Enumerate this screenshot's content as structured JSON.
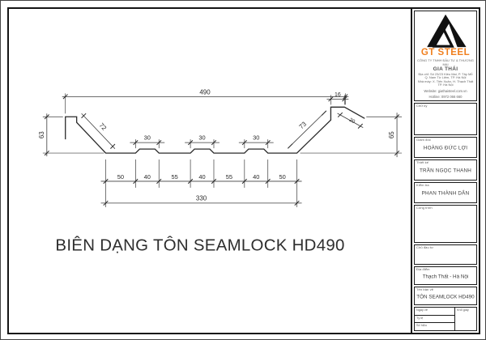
{
  "colors": {
    "accent": "#f07f1e",
    "line": "#2a2a2a",
    "background": "#ffffff"
  },
  "drawing": {
    "title": "BIÊN DẠNG TÔN SEAMLOCK HD490",
    "dimensions": {
      "overall_width": "490",
      "left_height": "63",
      "left_slope_length": "72",
      "rib_top_width": "30",
      "right_slope_length": "73",
      "seam_step_width": "16",
      "seam_hook_length": "20",
      "right_height": "65",
      "base_total": "330",
      "base_segments": [
        "50",
        "40",
        "55",
        "40",
        "55",
        "40",
        "50"
      ]
    }
  },
  "title_block": {
    "company": {
      "logo_text": "GT STEEL",
      "type_line": "CÔNG TY TNHH ĐẦU TƯ & THƯƠNG MẠI",
      "name": "GIA THÁI",
      "address1": "Địa chỉ: Số 23/23 Kiều Mai, P. Tây Mỗ",
      "address2": "Q. Nam Từ Liêm, TP. Hà Nội",
      "factory1": "Nhà máy: X. Tiến Xuân, H. Thạch Thất",
      "factory2": "TP. Hà Nội",
      "website": "Website: giathaisteel.com.vn",
      "hotline": "Hotline: 0972 066 660"
    },
    "sign_label": "Chữ ký",
    "people": [
      {
        "label": "Giám đốc",
        "name": "HOÀNG ĐỨC LỢI"
      },
      {
        "label": "Thiết kế",
        "name": "TRẦN NGỌC THANH"
      },
      {
        "label": "Kiểm tra",
        "name": "PHAN THÀNH DÂN"
      }
    ],
    "project_label": "Công trình",
    "owner_label": "Chủ đầu tư",
    "location_label": "Địa điểm",
    "location": "Thạch Thất - Hà Nội",
    "sheet_label": "Tên bản vẽ",
    "sheet_name": "TÔN SEAMLOCK HD490",
    "footer": {
      "row1_label": "Ngày vẽ",
      "row2_label": "Tỷ lệ",
      "row3_label": "Số hiệu",
      "right_label": "Khổ giấy"
    }
  }
}
